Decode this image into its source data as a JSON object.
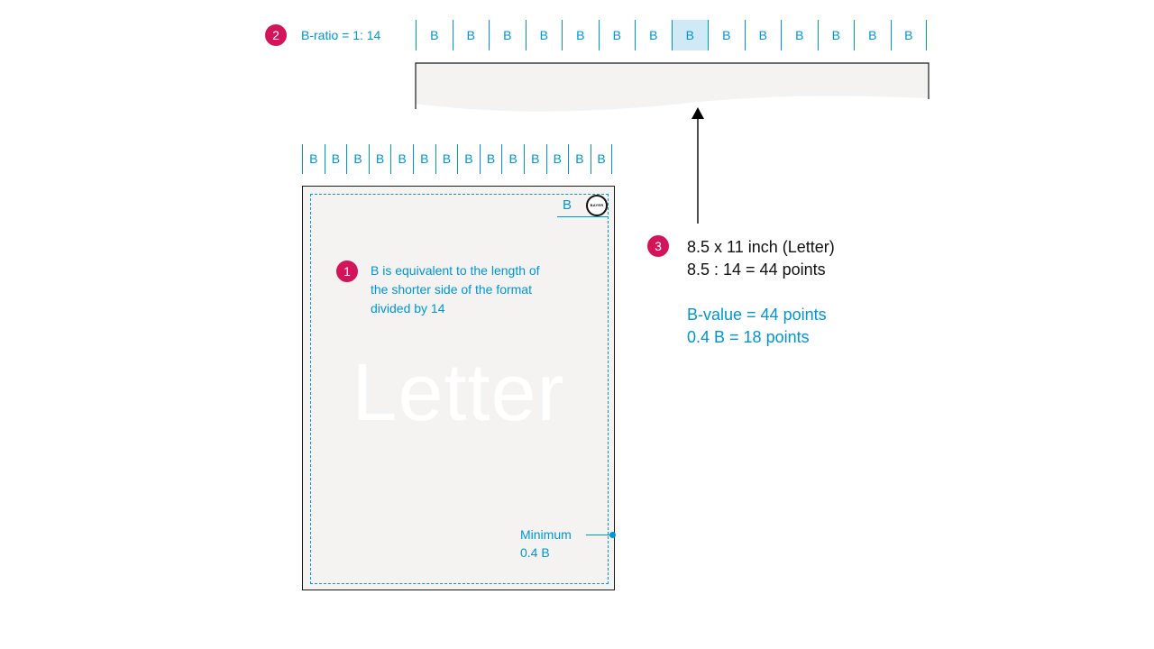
{
  "b_ratio": {
    "number": "2",
    "label": "B-ratio = 1: 14"
  },
  "top_ruler": {
    "cells": [
      "B",
      "B",
      "B",
      "B",
      "B",
      "B",
      "B",
      "B",
      "B",
      "B",
      "B",
      "B",
      "B",
      "B"
    ],
    "highlight_index": 7
  },
  "page_ruler": {
    "cells": [
      "B",
      "B",
      "B",
      "B",
      "B",
      "B",
      "B",
      "B",
      "B",
      "B",
      "B",
      "B",
      "B",
      "B"
    ]
  },
  "page": {
    "watermark": "Letter",
    "logo_text": "BAYER",
    "b_marker": "B",
    "note_number": "1",
    "note_lines": [
      "B is equivalent to the length of",
      "the shorter side of the format",
      "divided by  14"
    ],
    "minimum_lines": [
      "Minimum",
      "0.4 B"
    ]
  },
  "calc": {
    "number": "3",
    "line1": "8.5 x  11 inch (Letter)",
    "line2": "8.5 : 14 = 44 points",
    "line3": "B-value = 44 points",
    "line4": "0.4 B =  18 points"
  },
  "colors": {
    "accent": "#0095d6",
    "badge": "#d4145a",
    "page_fill": "#f4f3f1",
    "highlight": "#cfe9f7"
  }
}
